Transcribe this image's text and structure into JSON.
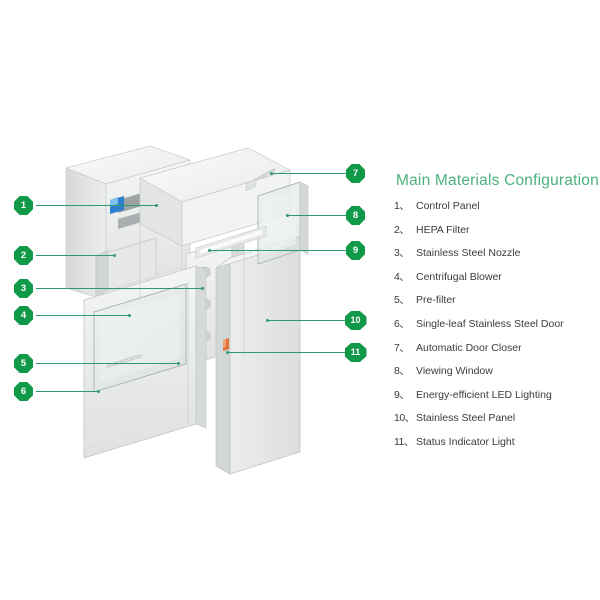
{
  "legend": {
    "title": "Main Materials Configuration",
    "separator": "、",
    "items": [
      {
        "num": "1",
        "label": "Control Panel"
      },
      {
        "num": "2",
        "label": "HEPA Filter"
      },
      {
        "num": "3",
        "label": "Stainless Steel Nozzle"
      },
      {
        "num": "4",
        "label": "Centrifugal Blower"
      },
      {
        "num": "5",
        "label": "Pre-filter"
      },
      {
        "num": "6",
        "label": "Single-leaf Stainless Steel Door"
      },
      {
        "num": "7",
        "label": "Automatic Door Closer"
      },
      {
        "num": "8",
        "label": "Viewing Window"
      },
      {
        "num": "9",
        "label": "Energy-efficient LED Lighting"
      },
      {
        "num": "10",
        "label": "Stainless Steel Panel"
      },
      {
        "num": "11",
        "label": "Status Indicator Light"
      }
    ]
  },
  "callouts": [
    {
      "num": "1",
      "side": "left"
    },
    {
      "num": "2",
      "side": "left"
    },
    {
      "num": "3",
      "side": "left"
    },
    {
      "num": "4",
      "side": "left"
    },
    {
      "num": "5",
      "side": "left"
    },
    {
      "num": "6",
      "side": "left"
    },
    {
      "num": "7",
      "side": "right"
    },
    {
      "num": "8",
      "side": "right"
    },
    {
      "num": "9",
      "side": "right"
    },
    {
      "num": "10",
      "side": "right"
    },
    {
      "num": "11",
      "side": "right"
    }
  ],
  "colors": {
    "accent_green": "#4cb17c",
    "badge_green": "#11994a",
    "leader_green": "#2f9a6b",
    "text_gray": "#3b3b3b",
    "background": "#ffffff",
    "status_light": "#e2703a",
    "control_panel": "#2f7fd0"
  },
  "illustration": {
    "name": "air-shower-clean-room-unit-exploded-isometric-view"
  }
}
